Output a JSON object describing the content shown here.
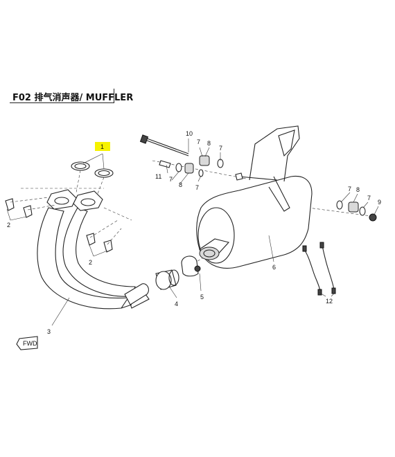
{
  "header": {
    "title": "F02  排气消声器/ MUFFLER"
  },
  "callouts": {
    "c1": "1",
    "c2a": "2",
    "c2b": "2",
    "c3": "3",
    "c4": "4",
    "c5": "5",
    "c6": "6",
    "c7a": "7",
    "c7b": "7",
    "c7c": "7",
    "c7d": "7",
    "c7e": "7",
    "c7f": "7",
    "c8a": "8",
    "c8b": "8",
    "c8c": "8",
    "c9": "9",
    "c10": "10",
    "c11": "11",
    "c12": "12"
  },
  "colors": {
    "highlight": "#f6f200",
    "line": "#222222",
    "shade": "#d9d9d9"
  },
  "icons": {
    "direction": "fwd-arrow-icon"
  },
  "direction_label": "FWD"
}
